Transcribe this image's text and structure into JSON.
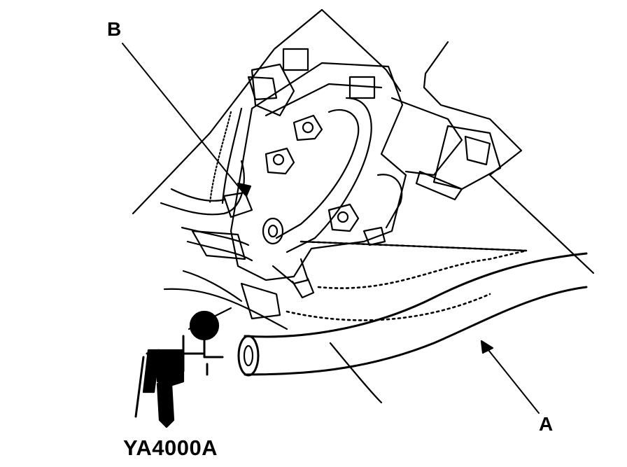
{
  "callouts": {
    "b": "B",
    "a": "A"
  },
  "tool_code": "YA4000A",
  "colors": {
    "ink": "#000000",
    "paper": "#ffffff"
  }
}
